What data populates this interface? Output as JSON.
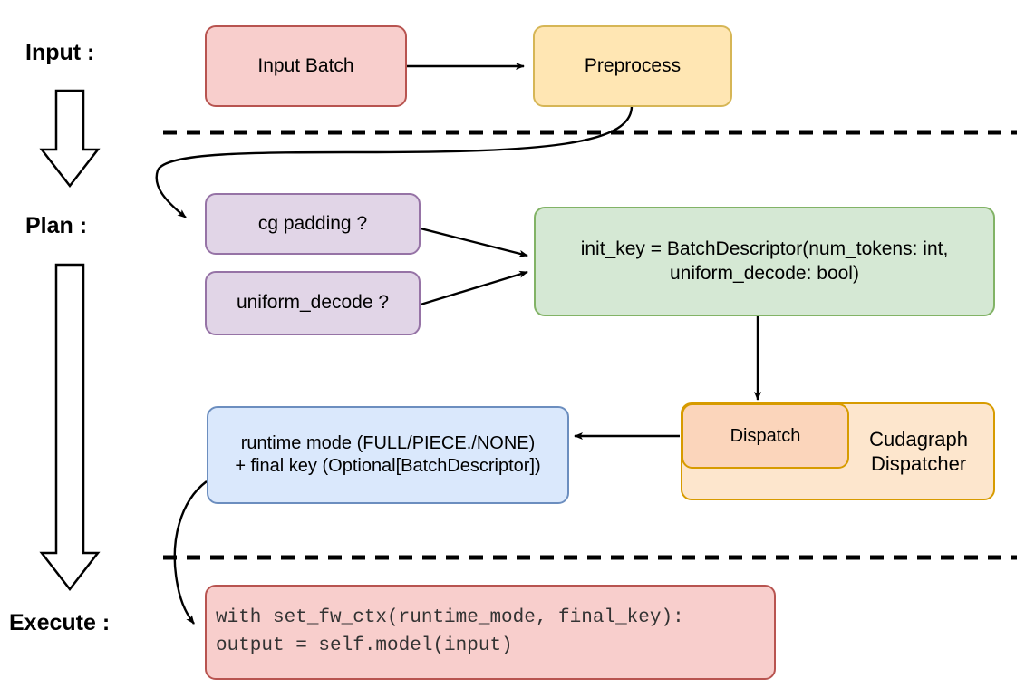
{
  "diagram": {
    "title_bands": [
      {
        "id": "input",
        "label": "Input :"
      },
      {
        "id": "plan",
        "label": "Plan :"
      },
      {
        "id": "execute",
        "label": "Execute :"
      }
    ],
    "nodes": {
      "input_batch": {
        "label": "Input Batch",
        "fill": "#f8cecc",
        "stroke": "#b85450",
        "font_size": 21
      },
      "preprocess": {
        "label": "Preprocess",
        "fill": "#ffe6b3",
        "stroke": "#d6b656",
        "font_size": 21
      },
      "cg_padding": {
        "label": "cg padding ?",
        "fill": "#e1d5e7",
        "stroke": "#9673a6",
        "font_size": 21
      },
      "uniform_decode": {
        "label": "uniform_decode ?",
        "fill": "#e1d5e7",
        "stroke": "#9673a6",
        "font_size": 21
      },
      "init_key": {
        "label": "init_key = BatchDescriptor(num_tokens: int,\nuniform_decode: bool)",
        "fill": "#d5e8d4",
        "stroke": "#82b366",
        "font_size": 21
      },
      "cudagraph_dispatcher": {
        "label": "Cudagraph\nDispatcher",
        "fill": "#fde6cd",
        "stroke": "#d79b00",
        "font_size": 22
      },
      "dispatch": {
        "label": "Dispatch",
        "fill": "#fbd5bb",
        "stroke": "#d79b00",
        "font_size": 20
      },
      "runtime_mode": {
        "label": "runtime mode (FULL/PIECE./NONE)\n+ final key (Optional[BatchDescriptor])",
        "fill": "#dae8fc",
        "stroke": "#6c8ebf",
        "font_size": 20
      },
      "execute_code": {
        "label": "with set_fw_ctx(runtime_mode, final_key):\n    output = self.model(input)",
        "fill": "#f8cecc",
        "stroke": "#b85450",
        "font_size": 21
      }
    },
    "separators": {
      "dashed_color": "#000000",
      "dash_pattern": "14 10"
    },
    "arrows": {
      "stroke": "#000000",
      "flow_arrow_fill": "#ffffff",
      "flow_arrow_stroke": "#000000"
    }
  }
}
